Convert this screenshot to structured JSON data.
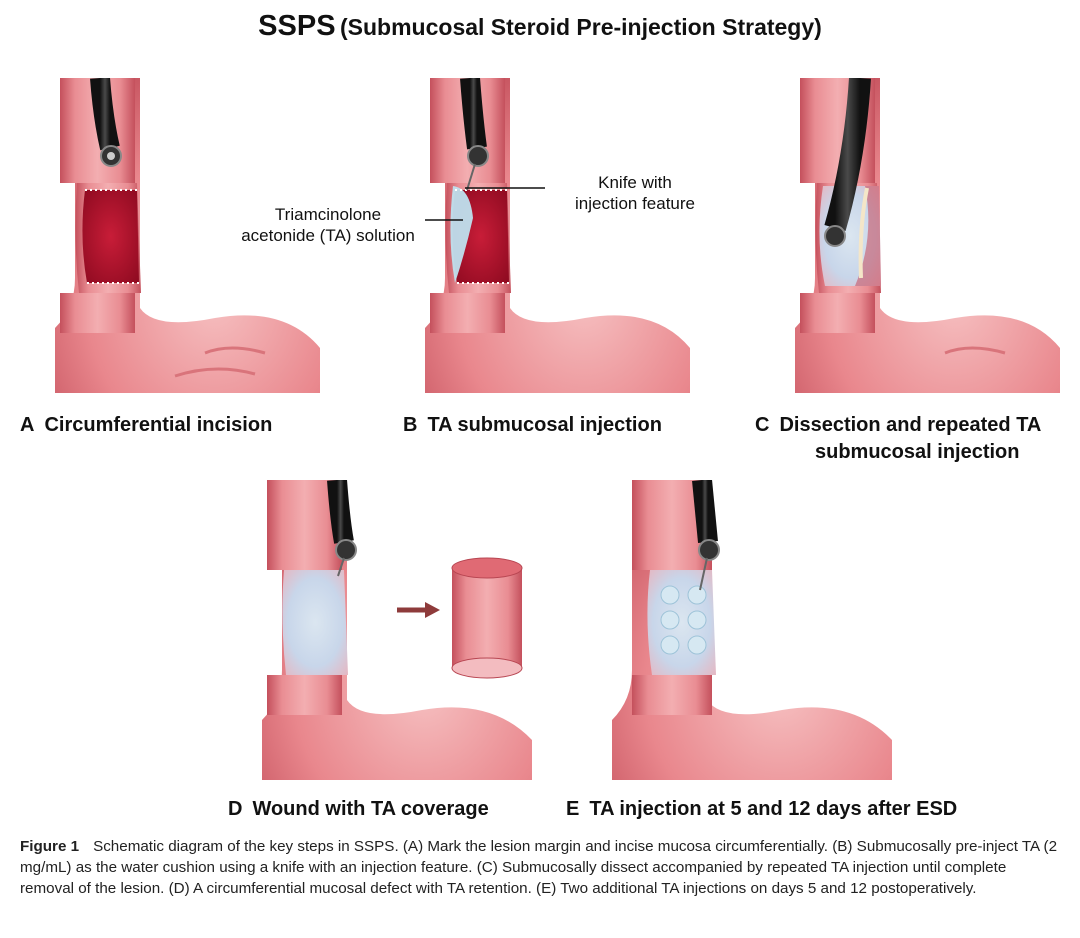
{
  "title": {
    "main": "SSPS",
    "sub": "(Submucosal Steroid Pre-injection Strategy)"
  },
  "panels": [
    {
      "letter": "A",
      "label": "Circumferential incision"
    },
    {
      "letter": "B",
      "label": "TA submucosal injection"
    },
    {
      "letter": "C",
      "label_line1": "Dissection and repeated TA",
      "label_line2": "submucosal injection"
    },
    {
      "letter": "D",
      "label": "Wound with TA coverage"
    },
    {
      "letter": "E",
      "label": "TA injection at 5 and 12 days after ESD"
    }
  ],
  "annotations": {
    "knife_line1": "Knife with",
    "knife_line2": "injection feature",
    "ta_line1": "Triamcinolone",
    "ta_line2": "acetonide (TA) solution"
  },
  "caption": {
    "fig_label": "Figure 1",
    "text": "Schematic diagram of the key steps in SSPS. (A) Mark the lesion margin and incise mucosa circumferentially. (B) Submucosally pre-inject TA (2 mg/mL) as the water cushion using a knife with an injection feature. (C) Submucosally dissect accompanied by repeated TA injection until complete removal of the lesion. (D) A circumferential mucosal defect with TA retention. (E) Two additional TA injections on days 5 and 12 postoperatively."
  },
  "colors": {
    "tissue": "#e8838a",
    "tissue_dark": "#c95560",
    "lesion": "#b0102a",
    "ta_solution": "#bfe0ee",
    "endoscope": "#2a2a2a",
    "arrow": "#8e3b3b"
  }
}
